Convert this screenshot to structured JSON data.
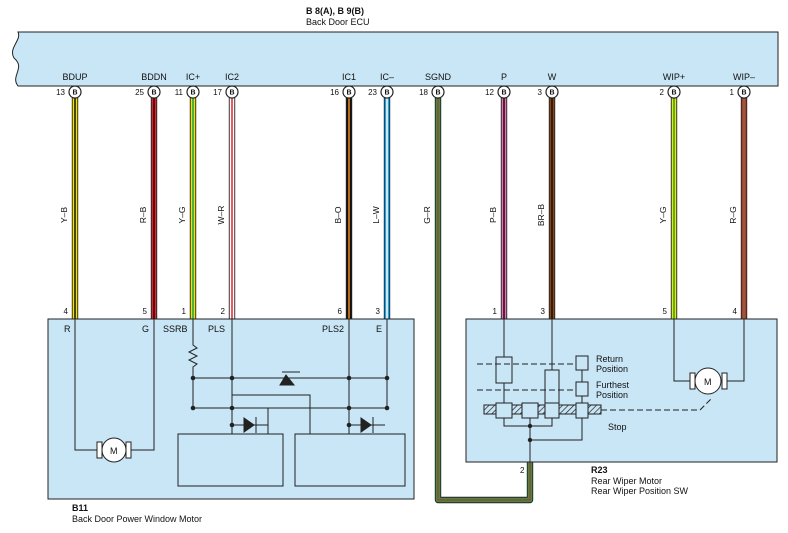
{
  "ecu": {
    "code": "B 8(A), B 9(B)",
    "name": "Back Door ECU",
    "terminals": [
      {
        "label": "BDUP",
        "pin": "13",
        "conn": "B",
        "wire": "Y–B",
        "colors": [
          "#f2e600",
          "#111111"
        ],
        "far_pin": "4"
      },
      {
        "label": "BDDN",
        "pin": "25",
        "conn": "B",
        "wire": "R–B",
        "colors": [
          "#e8202a",
          "#111111"
        ],
        "far_pin": "5"
      },
      {
        "label": "IC+",
        "pin": "11",
        "conn": "B",
        "wire": "Y–G",
        "colors": [
          "#f2e600",
          "#19a04a"
        ],
        "far_pin": "1"
      },
      {
        "label": "IC2",
        "pin": "17",
        "conn": "B",
        "wire": "W–R",
        "colors": [
          "#ffffff",
          "#e8202a"
        ],
        "far_pin": "2"
      },
      {
        "label": "IC1",
        "pin": "16",
        "conn": "B",
        "wire": "B–O",
        "colors": [
          "#111111",
          "#f08a1c"
        ],
        "far_pin": "6"
      },
      {
        "label": "IC–",
        "pin": "23",
        "conn": "B",
        "wire": "L–W",
        "colors": [
          "#1fa0e0",
          "#ffffff"
        ],
        "far_pin": "3"
      },
      {
        "label": "SGND",
        "pin": "18",
        "conn": "B",
        "wire": "G–R",
        "colors": [
          "#19a04a",
          "#e8202a"
        ],
        "far_pin": "2"
      },
      {
        "label": "P",
        "pin": "12",
        "conn": "B",
        "wire": "P–B",
        "colors": [
          "#ec6fb0",
          "#111111"
        ],
        "far_pin": "1"
      },
      {
        "label": "W",
        "pin": "3",
        "conn": "B",
        "wire": "BR–B",
        "colors": [
          "#8b4513",
          "#111111"
        ],
        "far_pin": "3"
      },
      {
        "label": "WIP+",
        "pin": "2",
        "conn": "B",
        "wire": "Y–G",
        "colors": [
          "#f2e600",
          "#19a04a"
        ],
        "far_pin": "5"
      },
      {
        "label": "WIP–",
        "pin": "1",
        "conn": "B",
        "wire": "R–G",
        "colors": [
          "#e8202a",
          "#19a04a"
        ],
        "far_pin": "4"
      }
    ]
  },
  "b11": {
    "code": "B11",
    "name": "Back Door Power Window Motor",
    "terminals": [
      "R",
      "G",
      "SSRB",
      "PLS",
      "PLS2",
      "E"
    ],
    "motor": "M"
  },
  "r23": {
    "code": "R23",
    "name1": "Rear Wiper Motor",
    "name2": "Rear Wiper Position SW",
    "return_pos": "Return\nPosition",
    "return_pos_a": "Return",
    "return_pos_b": "Position",
    "furthest_a": "Furthest",
    "furthest_b": "Position",
    "stop": "Stop",
    "motor": "M",
    "gnd_pin": "2"
  },
  "colors": {
    "ecu_fill": "#c8e6f5",
    "box_fill": "#c8e6f5",
    "outline": "#222222"
  }
}
